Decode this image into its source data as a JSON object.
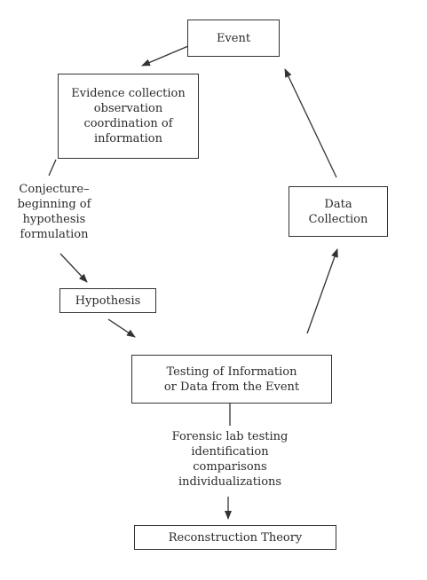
{
  "diagram": {
    "nodes": {
      "event": "Event",
      "evidence": "Evidence collection\nobservation\ncoordination of\ninformation",
      "data_collection": "Data\nCollection",
      "hypothesis": "Hypothesis",
      "testing": "Testing of Information\nor Data from the Event",
      "reconstruction": "Reconstruction Theory"
    },
    "edge_labels": {
      "conjecture": "Conjecture–\nbeginning of\nhypothesis\nformulation",
      "lab_testing": "Forensic lab testing\nidentification\ncomparisons\nindividualizations"
    }
  }
}
